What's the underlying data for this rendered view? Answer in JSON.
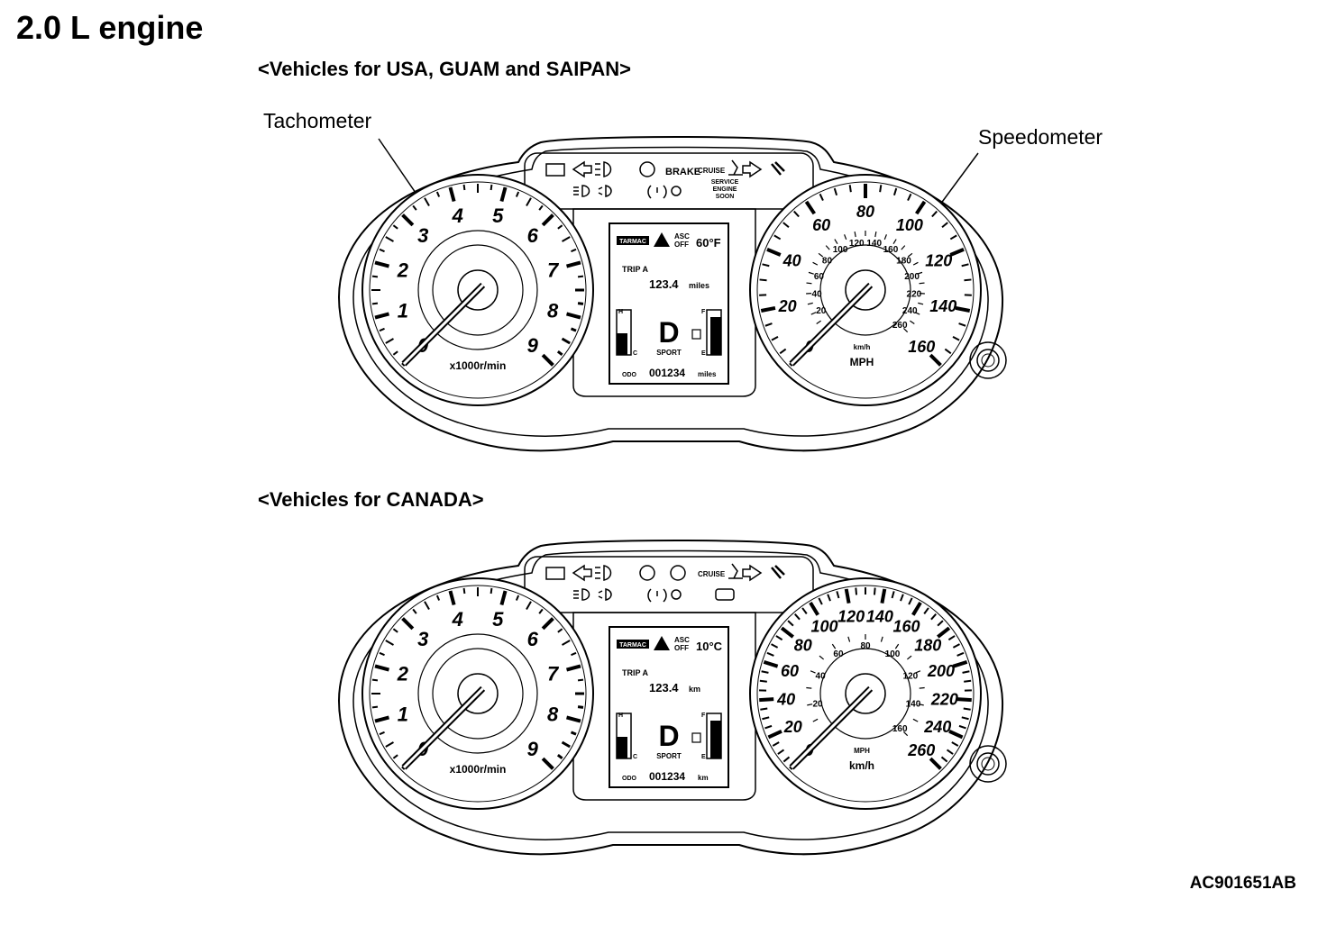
{
  "heading": "2.0 L engine",
  "figure_id": "AC901651AB",
  "clusters": [
    {
      "region": "<Vehicles for USA, GUAM and SAIPAN>",
      "callouts": {
        "tachometer": "Tachometer",
        "speedometer": "Speedometer"
      },
      "tach": {
        "numbers": [
          "0",
          "1",
          "2",
          "3",
          "4",
          "5",
          "6",
          "7",
          "8",
          "9"
        ],
        "unit": "x1000r/min"
      },
      "speedo": {
        "outer": [
          "0",
          "20",
          "40",
          "60",
          "80",
          "100",
          "120",
          "140",
          "160"
        ],
        "inner": [
          "0",
          "20",
          "40",
          "60",
          "80",
          "100",
          "120",
          "140",
          "160",
          "180",
          "200",
          "220",
          "240",
          "260"
        ],
        "inner_unit": "km/h",
        "outer_unit": "MPH"
      },
      "warnings": {
        "brake": "BRAKE",
        "cruise": "CRUISE",
        "service": [
          "SERVICE",
          "ENGINE",
          "SOON"
        ]
      },
      "display": {
        "tarmac": "TARMAC",
        "asc": "ASC",
        "off": "OFF",
        "temp": "60°F",
        "trip_label": "TRIP A",
        "trip_value": "123.4",
        "trip_unit": "miles",
        "gear": "D",
        "mode": "SPORT",
        "h": "H",
        "c": "C",
        "f": "F",
        "e": "E",
        "odo_label": "ODO",
        "odo_value": "001234",
        "odo_unit": "miles"
      }
    },
    {
      "region": "<Vehicles for CANADA>",
      "callouts": {
        "tachometer": "",
        "speedometer": ""
      },
      "tach": {
        "numbers": [
          "0",
          "1",
          "2",
          "3",
          "4",
          "5",
          "6",
          "7",
          "8",
          "9"
        ],
        "unit": "x1000r/min"
      },
      "speedo": {
        "outer": [
          "0",
          "20",
          "40",
          "60",
          "80",
          "100",
          "120",
          "140",
          "160",
          "180",
          "200",
          "220",
          "240",
          "260"
        ],
        "inner": [
          "0",
          "20",
          "40",
          "60",
          "80",
          "100",
          "120",
          "140",
          "160"
        ],
        "inner_unit": "MPH",
        "outer_unit": "km/h"
      },
      "warnings": {
        "brake": "",
        "cruise": "CRUISE",
        "service": []
      },
      "display": {
        "tarmac": "TARMAC",
        "asc": "ASC",
        "off": "OFF",
        "temp": "10°C",
        "trip_label": "TRIP A",
        "trip_value": "123.4",
        "trip_unit": "km",
        "gear": "D",
        "mode": "SPORT",
        "h": "H",
        "c": "C",
        "f": "F",
        "e": "E",
        "odo_label": "ODO",
        "odo_value": "001234",
        "odo_unit": "km"
      }
    }
  ]
}
